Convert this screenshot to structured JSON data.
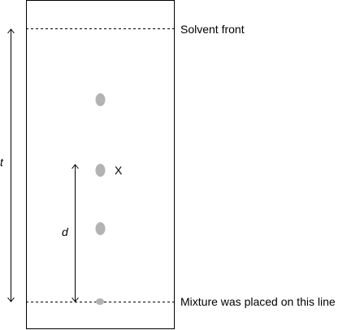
{
  "colors": {
    "line": "#000000",
    "spot": "#b3b3b3"
  },
  "labels": {
    "solvent_front": "Solvent front",
    "baseline": "Mixture was placed on this line",
    "spot_x": "X",
    "t_arrow": "t",
    "d_arrow": "d"
  },
  "spots": [
    {
      "name": "spot-top"
    },
    {
      "name": "spot-x"
    },
    {
      "name": "spot-lower"
    },
    {
      "name": "spot-origin"
    }
  ]
}
